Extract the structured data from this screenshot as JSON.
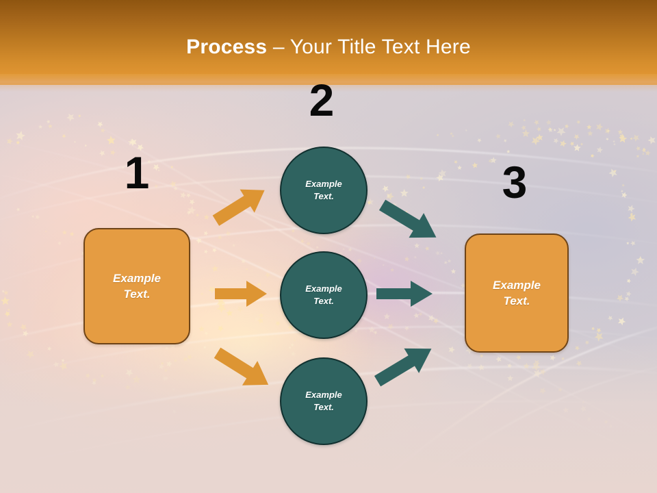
{
  "slide": {
    "title": {
      "strong": "Process",
      "rest": " – Your Title Text Here"
    }
  },
  "colors": {
    "header_top": "#8e5510",
    "header_bottom": "#e29b3b",
    "box_fill": "#e59c42",
    "box_border": "#6e4418",
    "circle_fill": "#2f6360",
    "circle_border": "#11302f",
    "arrow_orange": "#dd9533",
    "arrow_teal": "#2f6360",
    "number_color": "#0a0a0a",
    "title_text": "#ffffff"
  },
  "steps": [
    {
      "number": "1",
      "label": "Example\nText."
    },
    {
      "number": "2",
      "label": "Example\nText."
    },
    {
      "number": "3",
      "label": "Example\nText."
    }
  ],
  "stage1": {
    "number": "1",
    "box": {
      "line1": "Example",
      "line2": "Text."
    }
  },
  "stage2": {
    "number": "2",
    "circles": [
      {
        "line1": "Example",
        "line2": "Text."
      },
      {
        "line1": "Example",
        "line2": "Text."
      },
      {
        "line1": "Example",
        "line2": "Text."
      }
    ]
  },
  "stage3": {
    "number": "3",
    "box": {
      "line1": "Example",
      "line2": "Text."
    }
  },
  "connectors": {
    "orange_up": "arrow-up-right",
    "orange_right": "arrow-right",
    "orange_down": "arrow-down-right",
    "teal_down": "arrow-down-right",
    "teal_right": "arrow-right",
    "teal_up": "arrow-up-right"
  }
}
